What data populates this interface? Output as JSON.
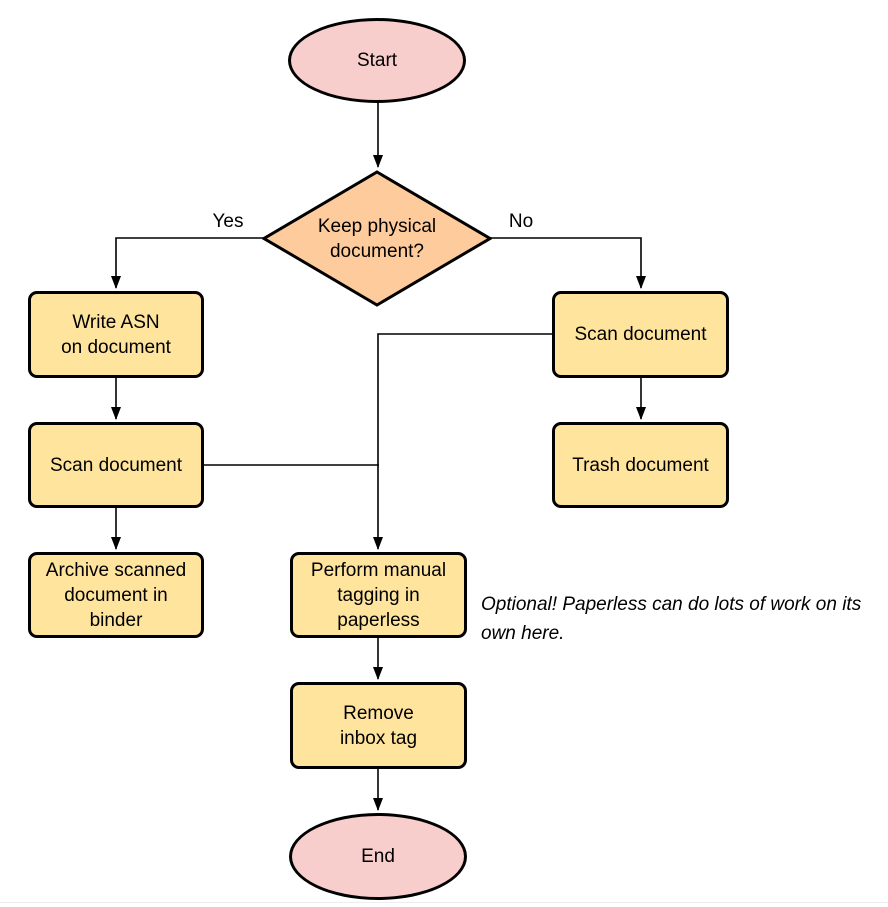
{
  "diagram": {
    "nodes": {
      "start": "Start",
      "decision": "Keep physical\ndocument?",
      "write_asn": "Write ASN\non document",
      "scan_left": "Scan document",
      "archive": "Archive scanned\ndocument in\nbinder",
      "scan_right": "Scan document",
      "trash": "Trash document",
      "tagging": "Perform manual\ntagging in\npaperless",
      "remove_inbox": "Remove\ninbox tag",
      "end": "End"
    },
    "edge_labels": {
      "yes": "Yes",
      "no": "No"
    },
    "annotation": "Optional! Paperless can do lots of work on its own here.",
    "colors": {
      "terminal_fill": "#f8cecc",
      "decision_fill": "#fecc9c",
      "process_fill": "#ffe49e",
      "stroke": "#000000"
    }
  }
}
